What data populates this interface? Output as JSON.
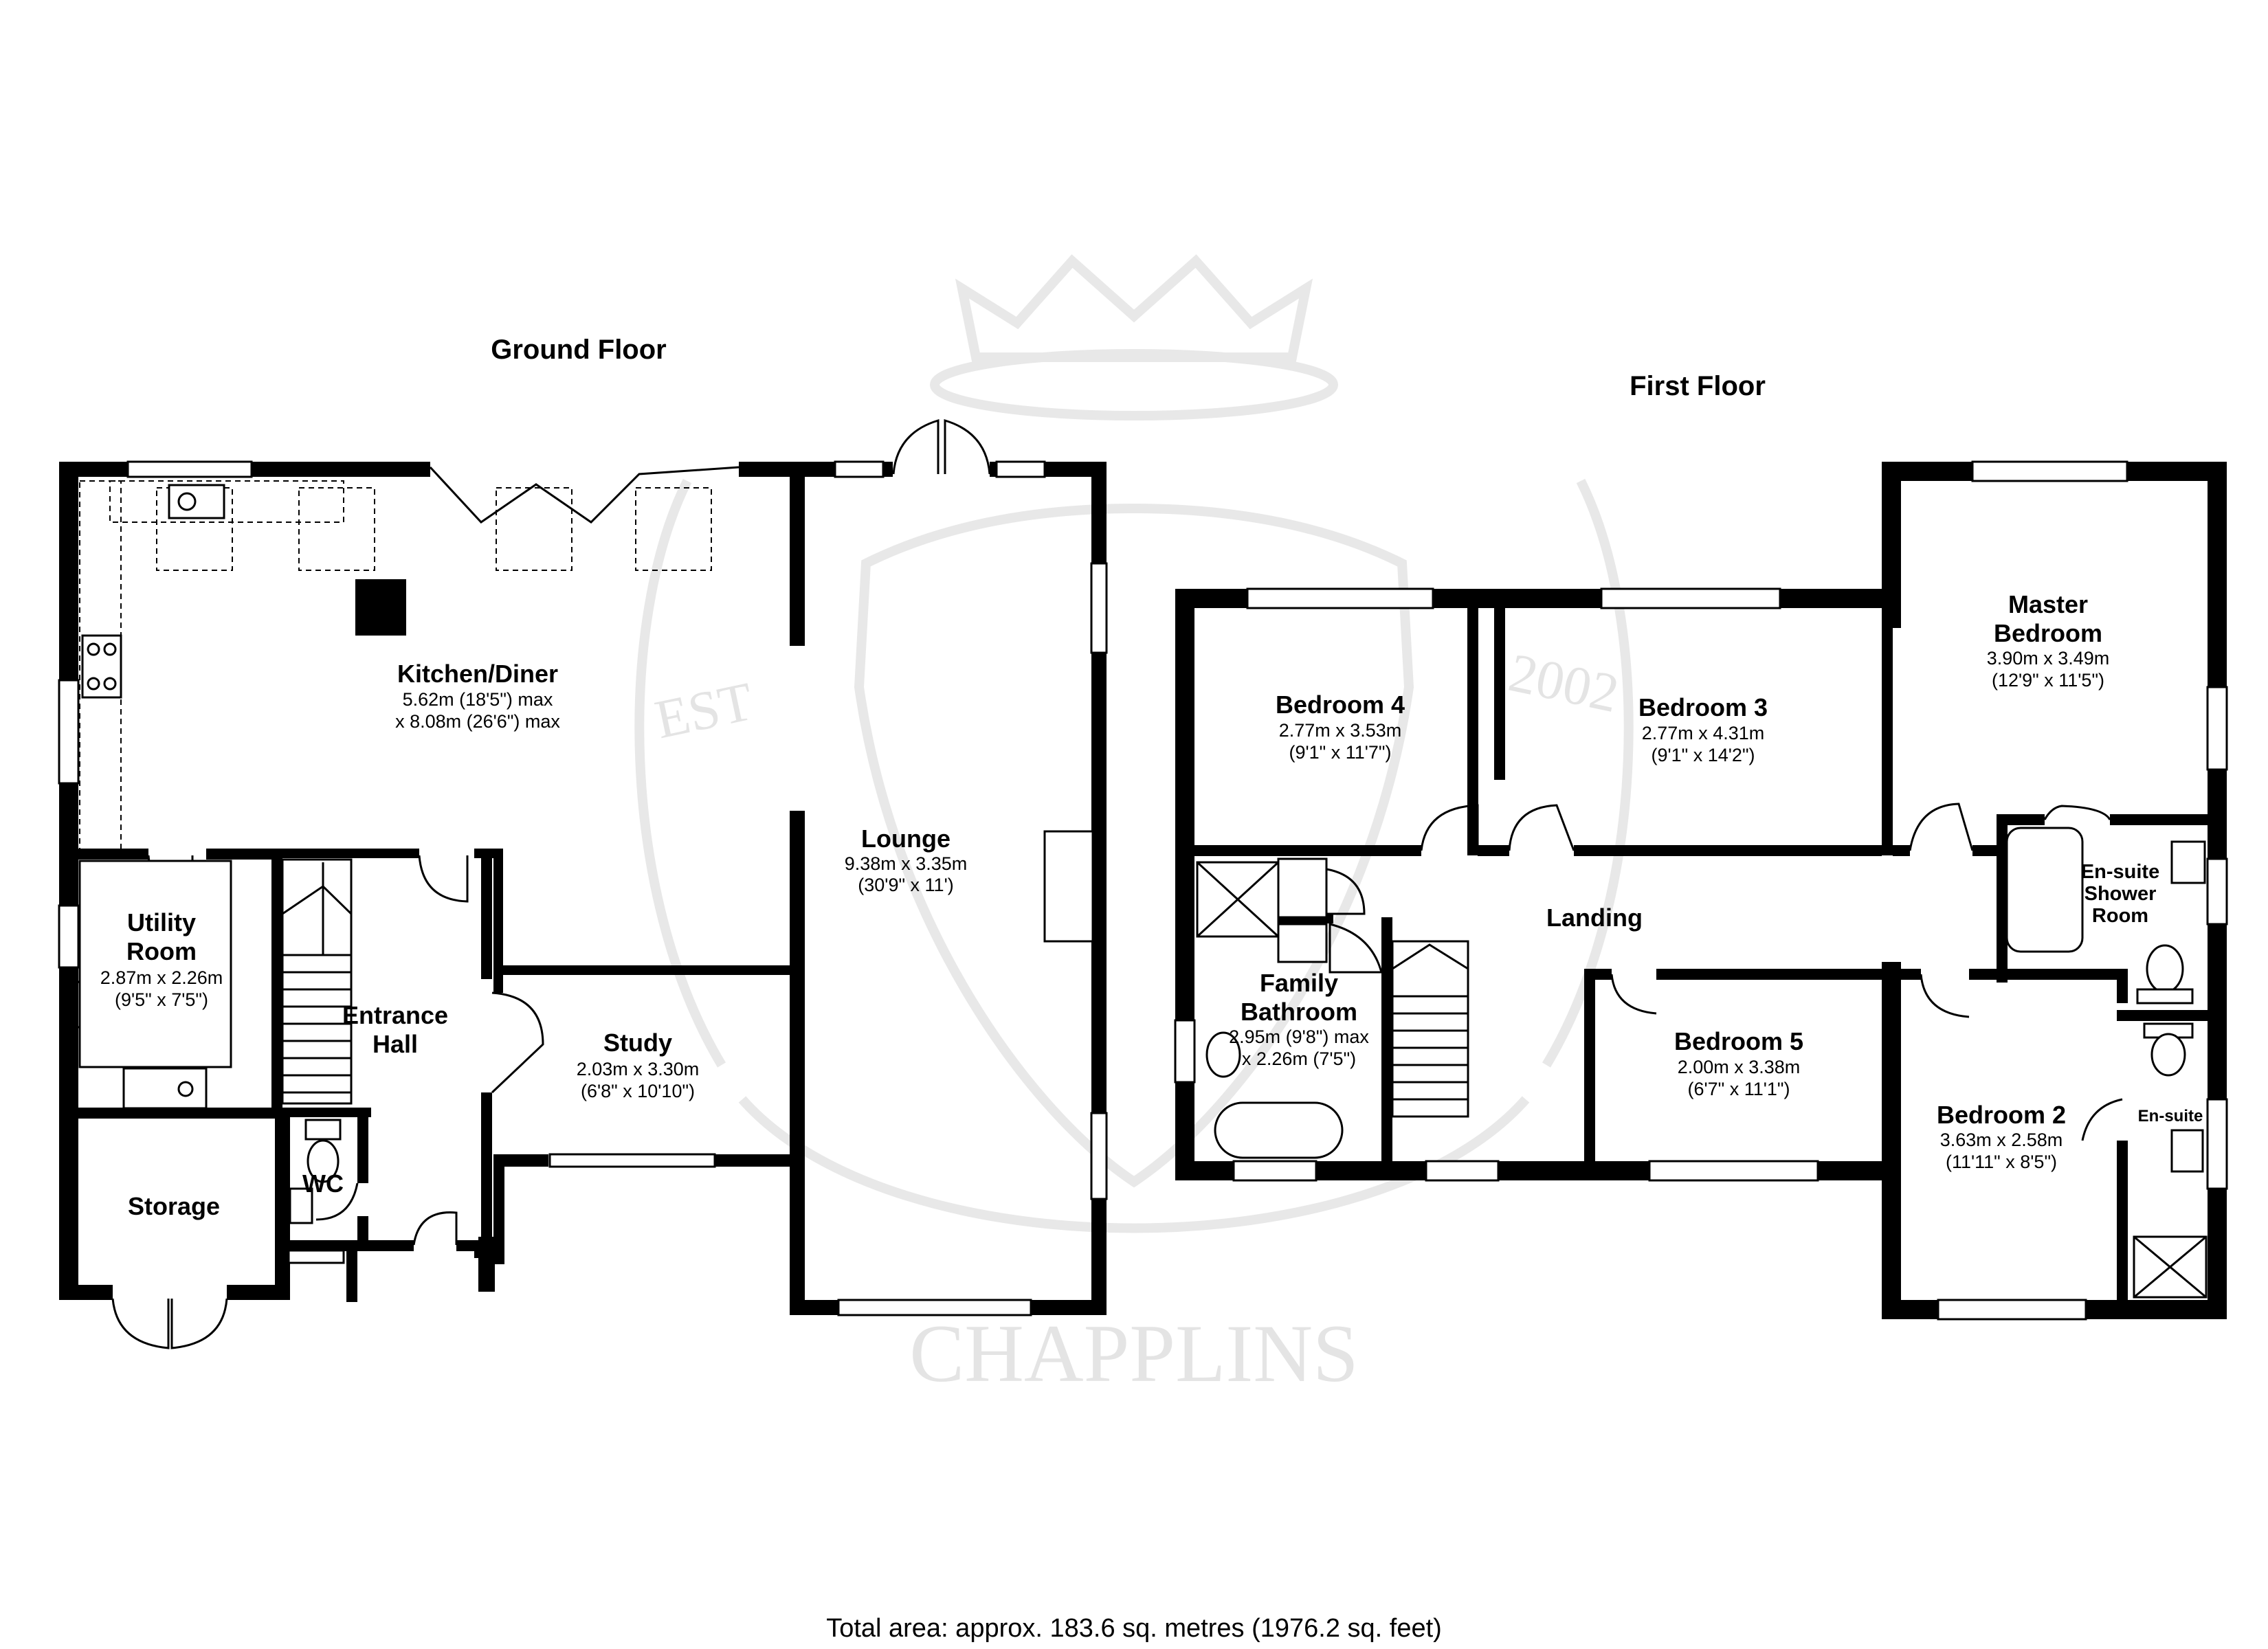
{
  "floors": {
    "ground": {
      "title": "Ground Floor"
    },
    "first": {
      "title": "First Floor"
    }
  },
  "rooms": {
    "kitchen": {
      "name": "Kitchen/Diner",
      "dim1": "5.62m (18'5\") max",
      "dim2": "x 8.08m (26'6\") max"
    },
    "lounge": {
      "name": "Lounge",
      "dim1": "9.38m x 3.35m",
      "dim2": "(30'9\" x 11')"
    },
    "utility": {
      "name1": "Utility",
      "name2": "Room",
      "dim1": "2.87m x 2.26m",
      "dim2": "(9'5\" x 7'5\")"
    },
    "entrance": {
      "name1": "Entrance",
      "name2": "Hall"
    },
    "study": {
      "name": "Study",
      "dim1": "2.03m x 3.30m",
      "dim2": "(6'8\" x 10'10\")"
    },
    "wc": {
      "name": "WC"
    },
    "storage": {
      "name": "Storage"
    },
    "bedroom4": {
      "name": "Bedroom 4",
      "dim1": "2.77m x 3.53m",
      "dim2": "(9'1\" x 11'7\")"
    },
    "bedroom3": {
      "name": "Bedroom 3",
      "dim1": "2.77m x 4.31m",
      "dim2": "(9'1\" x 14'2\")"
    },
    "master": {
      "name1": "Master",
      "name2": "Bedroom",
      "dim1": "3.90m x 3.49m",
      "dim2": "(12'9\" x 11'5\")"
    },
    "ensuite_shower": {
      "name1": "En-suite",
      "name2": "Shower",
      "name3": "Room"
    },
    "landing": {
      "name": "Landing"
    },
    "family_bathroom": {
      "name1": "Family",
      "name2": "Bathroom",
      "dim1": "2.95m (9'8\") max",
      "dim2": "x 2.26m (7'5\")"
    },
    "bedroom5": {
      "name": "Bedroom 5",
      "dim1": "2.00m x 3.38m",
      "dim2": "(6'7\" x 11'1\")"
    },
    "bedroom2": {
      "name": "Bedroom 2",
      "dim1": "3.63m x 2.58m",
      "dim2": "(11'11\" x 8'5\")"
    },
    "ensuite2": {
      "name": "En-suite"
    }
  },
  "total_area": "Total area: approx. 183.6 sq. metres (1976.2 sq. feet)",
  "watermark": {
    "brand": "CHAPPLINS",
    "est": "EST",
    "year": "2002"
  }
}
